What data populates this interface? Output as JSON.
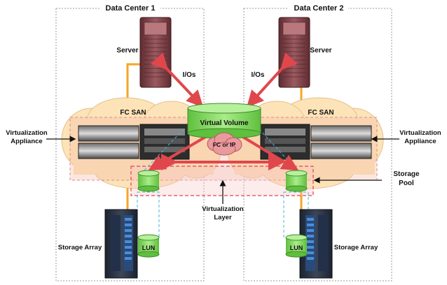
{
  "data_centers": [
    {
      "label": "Data Center 1"
    },
    {
      "label": "Data Center 2"
    }
  ],
  "labels": {
    "server": "Server",
    "ios": "I/Os",
    "fc_san": "FC SAN",
    "virtual_volume": "Virtual Volume",
    "fc_or_ip": "FC or IP",
    "virtualization_appliance_line1": "Virtualization",
    "virtualization_appliance_line2": "Appliance",
    "storage_pool_line1": "Storage",
    "storage_pool_line2": "Pool",
    "virtualization_layer_line1": "Virtualization",
    "virtualization_layer_line2": "Layer",
    "lun": "LUN",
    "storage_array": "Storage Array"
  },
  "colors": {
    "orange_link": "#f5a623",
    "red_arrow": "#e0474c",
    "green_volume": "#7ed957",
    "cloud_fill": "#fde3b8",
    "server_maroon": "#8a4a4f",
    "dashed_blue": "#47b6d9",
    "dashed_red": "#e0474c"
  }
}
